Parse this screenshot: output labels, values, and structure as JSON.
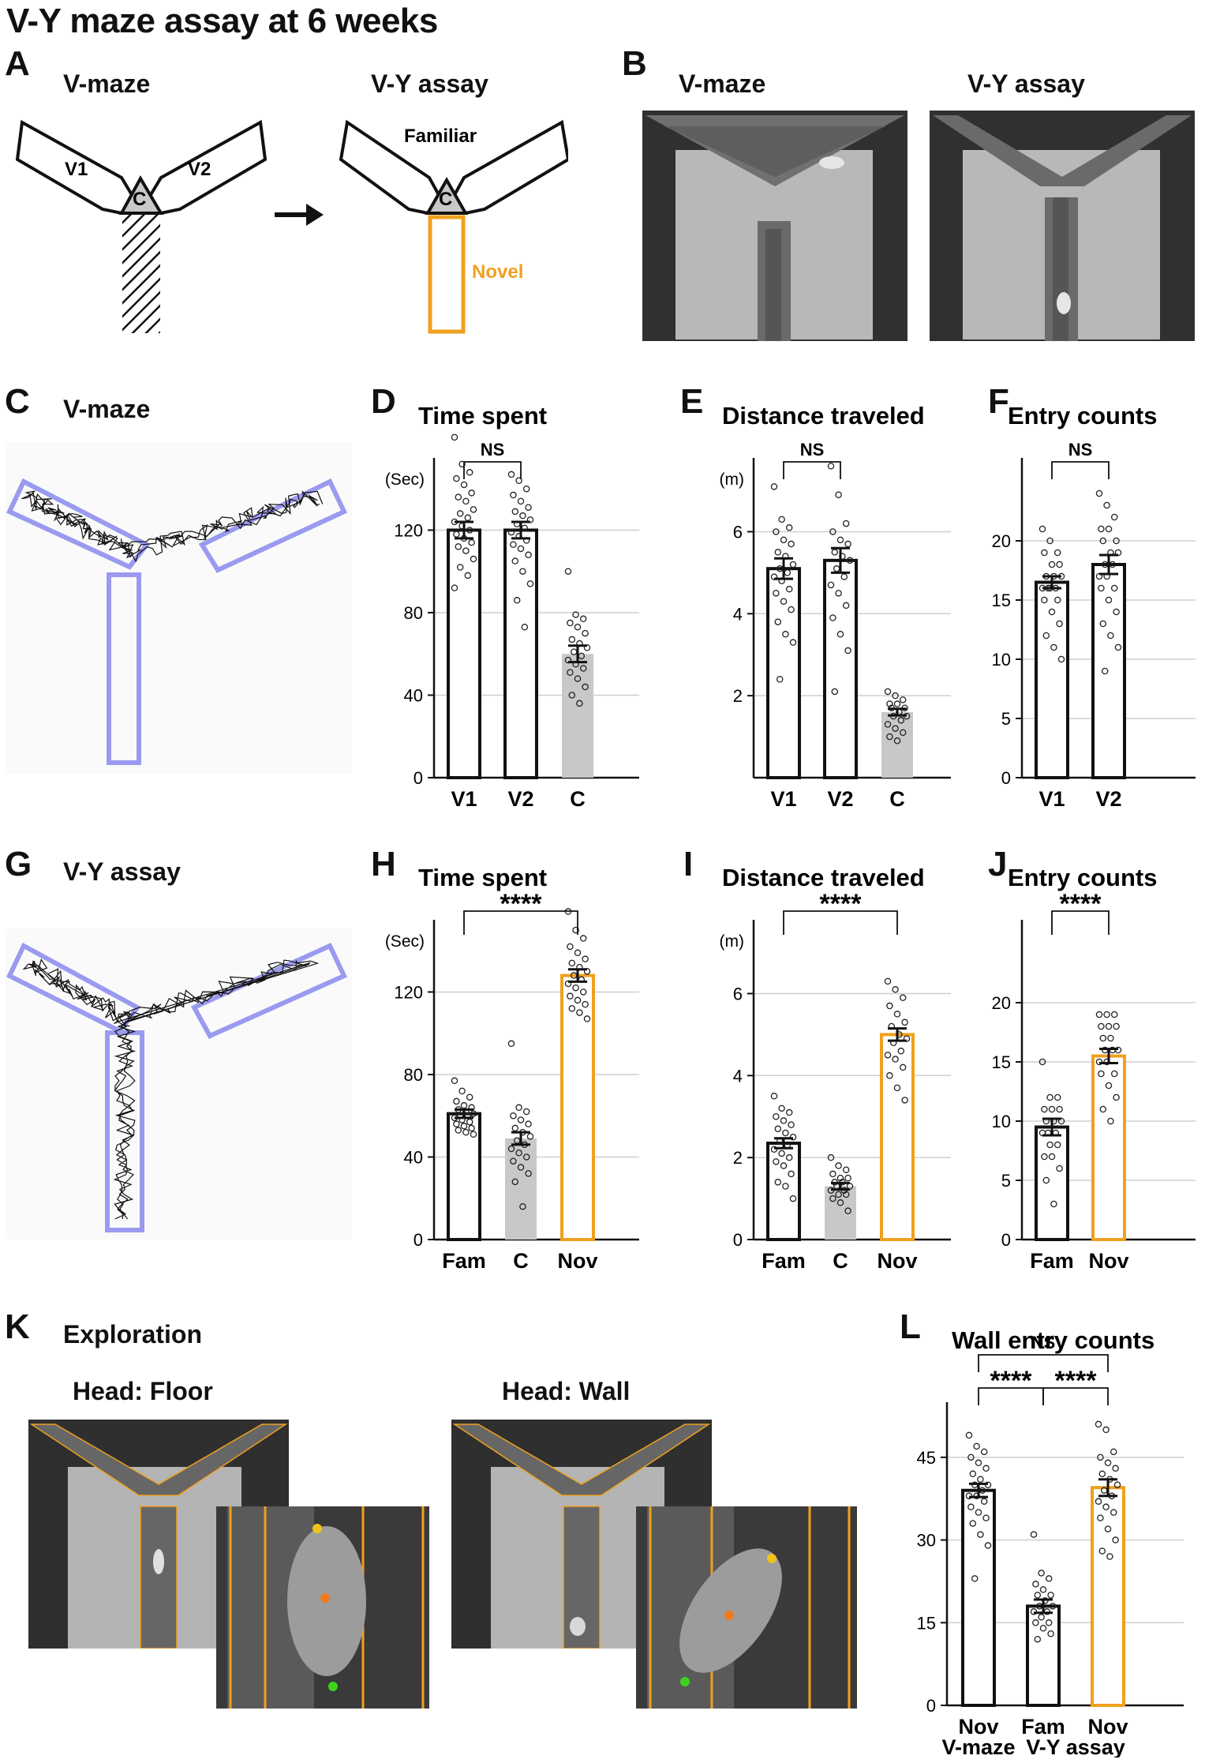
{
  "figure_title": "V-Y maze assay at 6 weeks",
  "panel_letters": [
    "A",
    "B",
    "C",
    "D",
    "E",
    "F",
    "G",
    "H",
    "I",
    "J",
    "K",
    "L"
  ],
  "panel_titles": {
    "A_left": "V-maze",
    "A_right": "V-Y assay",
    "B_left": "V-maze",
    "B_right": "V-Y assay",
    "C": "V-maze",
    "G": "V-Y assay",
    "K": "Exploration",
    "K_left": "Head: Floor",
    "K_right": "Head: Wall"
  },
  "maze_labels": {
    "v1": "V1",
    "v2": "V2",
    "c": "C",
    "familiar": "Familiar",
    "novel": "Novel"
  },
  "colors": {
    "novel_orange": "#f0a01e",
    "center_gray": "#c8c8c8",
    "track_blue": "#9a9af0",
    "bar_white": "#ffffff"
  },
  "chart_data": [
    {
      "id": "D",
      "type": "bar",
      "title": "Time spent",
      "ylabel": "(Sec)",
      "ylim": [
        0,
        155
      ],
      "yticks": [
        0,
        40,
        80,
        120
      ],
      "categories": [
        "V1",
        "V2",
        "C"
      ],
      "values": [
        120,
        120,
        60
      ],
      "sem": [
        4,
        4,
        4
      ],
      "styles": [
        "open",
        "open",
        "gray"
      ],
      "points": [
        [
          165,
          152,
          148,
          145,
          142,
          138,
          136,
          134,
          130,
          128,
          126,
          124,
          122,
          120,
          118,
          116,
          114,
          112,
          110,
          106,
          102,
          98,
          92
        ],
        [
          147,
          144,
          140,
          137,
          134,
          131,
          129,
          127,
          125,
          123,
          121,
          119,
          117,
          115,
          113,
          111,
          108,
          105,
          100,
          94,
          86,
          73
        ],
        [
          100,
          79,
          77,
          75,
          73,
          70,
          67,
          65,
          63,
          61,
          59,
          57,
          55,
          53,
          51,
          48,
          44,
          40,
          36
        ]
      ],
      "annotations": [
        {
          "from": 0,
          "to": 1,
          "label": "NS"
        }
      ]
    },
    {
      "id": "E",
      "type": "bar",
      "title": "Distance traveled",
      "ylabel": "(m)",
      "ylim": [
        0,
        7.8
      ],
      "yticks": [
        2,
        4,
        6
      ],
      "categories": [
        "V1",
        "V2",
        "C"
      ],
      "values": [
        5.1,
        5.3,
        1.6
      ],
      "sem": [
        0.25,
        0.3,
        0.08
      ],
      "styles": [
        "open",
        "open",
        "gray"
      ],
      "points": [
        [
          7.1,
          6.3,
          6.1,
          6.0,
          5.8,
          5.7,
          5.5,
          5.4,
          5.2,
          5.1,
          5.0,
          4.9,
          4.8,
          4.6,
          4.5,
          4.3,
          4.1,
          3.8,
          3.5,
          3.3,
          2.4
        ],
        [
          7.6,
          6.9,
          6.2,
          6.0,
          5.8,
          5.7,
          5.5,
          5.4,
          5.3,
          5.1,
          4.9,
          4.7,
          4.5,
          4.2,
          3.9,
          3.5,
          3.1,
          2.1
        ],
        [
          2.1,
          2.0,
          1.9,
          1.8,
          1.8,
          1.7,
          1.7,
          1.6,
          1.5,
          1.5,
          1.4,
          1.3,
          1.2,
          1.1,
          1.0,
          0.9
        ]
      ],
      "annotations": [
        {
          "from": 0,
          "to": 1,
          "label": "NS"
        }
      ]
    },
    {
      "id": "F",
      "type": "bar",
      "title": "Entry counts",
      "ylabel": "",
      "ylim": [
        0,
        27
      ],
      "yticks": [
        0,
        5,
        10,
        15,
        20
      ],
      "categories": [
        "V1",
        "V2"
      ],
      "values": [
        16.5,
        18
      ],
      "sem": [
        0.5,
        0.8
      ],
      "styles": [
        "open",
        "open"
      ],
      "points": [
        [
          21,
          20,
          19,
          19,
          18,
          18,
          17,
          17,
          17,
          16,
          16,
          16,
          16,
          15,
          15,
          14,
          13,
          12,
          11,
          10
        ],
        [
          24,
          23,
          22,
          21,
          21,
          20,
          20,
          19,
          19,
          18,
          18,
          17,
          17,
          16,
          16,
          15,
          14,
          13,
          12,
          11,
          9
        ]
      ],
      "annotations": [
        {
          "from": 0,
          "to": 1,
          "label": "NS"
        }
      ]
    },
    {
      "id": "H",
      "type": "bar",
      "title": "Time spent",
      "ylabel": "(Sec)",
      "ylim": [
        0,
        155
      ],
      "yticks": [
        0,
        40,
        80,
        120
      ],
      "categories": [
        "Fam",
        "C",
        "Nov"
      ],
      "values": [
        61,
        49,
        128
      ],
      "sem": [
        2,
        3,
        3
      ],
      "styles": [
        "open",
        "gray",
        "orange"
      ],
      "points": [
        [
          77,
          72,
          69,
          67,
          65,
          64,
          63,
          62,
          61,
          60,
          60,
          59,
          58,
          57,
          56,
          55,
          54,
          53,
          52,
          51
        ],
        [
          95,
          64,
          62,
          60,
          58,
          56,
          54,
          52,
          50,
          48,
          46,
          44,
          42,
          40,
          38,
          35,
          32,
          28,
          16
        ],
        [
          159,
          150,
          146,
          142,
          139,
          136,
          134,
          132,
          130,
          128,
          126,
          124,
          122,
          120,
          118,
          116,
          114,
          112,
          110,
          107
        ]
      ],
      "annotations": [
        {
          "from": 0,
          "to": 2,
          "label": "****"
        }
      ]
    },
    {
      "id": "I",
      "type": "bar",
      "title": "Distance traveled",
      "ylabel": "(m)",
      "ylim": [
        0,
        7.8
      ],
      "yticks": [
        0,
        2,
        4,
        6
      ],
      "categories": [
        "Fam",
        "C",
        "Nov"
      ],
      "values": [
        2.35,
        1.3,
        5.0
      ],
      "sem": [
        0.12,
        0.08,
        0.15
      ],
      "styles": [
        "open",
        "gray",
        "orange"
      ],
      "points": [
        [
          3.5,
          3.2,
          3.1,
          3.0,
          2.9,
          2.8,
          2.7,
          2.6,
          2.5,
          2.4,
          2.3,
          2.2,
          2.1,
          2.0,
          1.9,
          1.8,
          1.6,
          1.4,
          1.3,
          1.0
        ],
        [
          2.0,
          1.8,
          1.7,
          1.6,
          1.5,
          1.5,
          1.4,
          1.4,
          1.3,
          1.3,
          1.2,
          1.2,
          1.1,
          1.1,
          1.0,
          0.9,
          0.7
        ],
        [
          6.3,
          6.1,
          5.9,
          5.7,
          5.5,
          5.3,
          5.2,
          5.0,
          4.9,
          4.8,
          4.6,
          4.5,
          4.4,
          4.2,
          4.0,
          3.7,
          3.4
        ]
      ],
      "annotations": [
        {
          "from": 0,
          "to": 2,
          "label": "****"
        }
      ]
    },
    {
      "id": "J",
      "type": "bar",
      "title": "Entry counts",
      "ylabel": "",
      "ylim": [
        0,
        27
      ],
      "yticks": [
        0,
        5,
        10,
        15,
        20
      ],
      "categories": [
        "Fam",
        "Nov"
      ],
      "values": [
        9.5,
        15.5
      ],
      "sem": [
        0.7,
        0.6
      ],
      "styles": [
        "open",
        "orange"
      ],
      "points": [
        [
          15,
          12,
          12,
          11,
          11,
          11,
          10,
          10,
          10,
          9,
          9,
          9,
          8,
          8,
          7,
          7,
          6,
          5,
          3
        ],
        [
          19,
          19,
          19,
          18,
          18,
          18,
          17,
          17,
          16,
          16,
          16,
          15,
          15,
          14,
          14,
          13,
          12,
          11,
          10
        ]
      ],
      "annotations": [
        {
          "from": 0,
          "to": 1,
          "label": "****"
        }
      ]
    },
    {
      "id": "L",
      "type": "bar",
      "title": "Wall entry counts",
      "ylabel": "",
      "ylim": [
        0,
        55
      ],
      "yticks": [
        0,
        15,
        30,
        45
      ],
      "categories": [
        "Nov",
        "Fam",
        "Nov"
      ],
      "group_labels": [
        "V-maze",
        "V-Y assay"
      ],
      "values": [
        39,
        18,
        39.5
      ],
      "sem": [
        1.2,
        1.2,
        1.5
      ],
      "styles": [
        "open",
        "open",
        "orange"
      ],
      "points": [
        [
          49,
          47,
          46,
          45,
          44,
          43,
          42,
          41,
          40,
          40,
          39,
          38,
          38,
          37,
          36,
          35,
          34,
          33,
          31,
          29,
          23
        ],
        [
          31,
          24,
          23,
          22,
          21,
          20,
          20,
          19,
          18,
          18,
          17,
          17,
          16,
          15,
          15,
          14,
          13,
          12
        ],
        [
          51,
          50,
          46,
          45,
          44,
          43,
          42,
          41,
          40,
          39,
          38,
          37,
          36,
          35,
          34,
          32,
          30,
          28,
          27
        ]
      ],
      "annotations": [
        {
          "from": 0,
          "to": 1,
          "label": "****"
        },
        {
          "from": 1,
          "to": 2,
          "label": "****"
        },
        {
          "from": 0,
          "to": 2,
          "label": "NS"
        }
      ]
    }
  ]
}
